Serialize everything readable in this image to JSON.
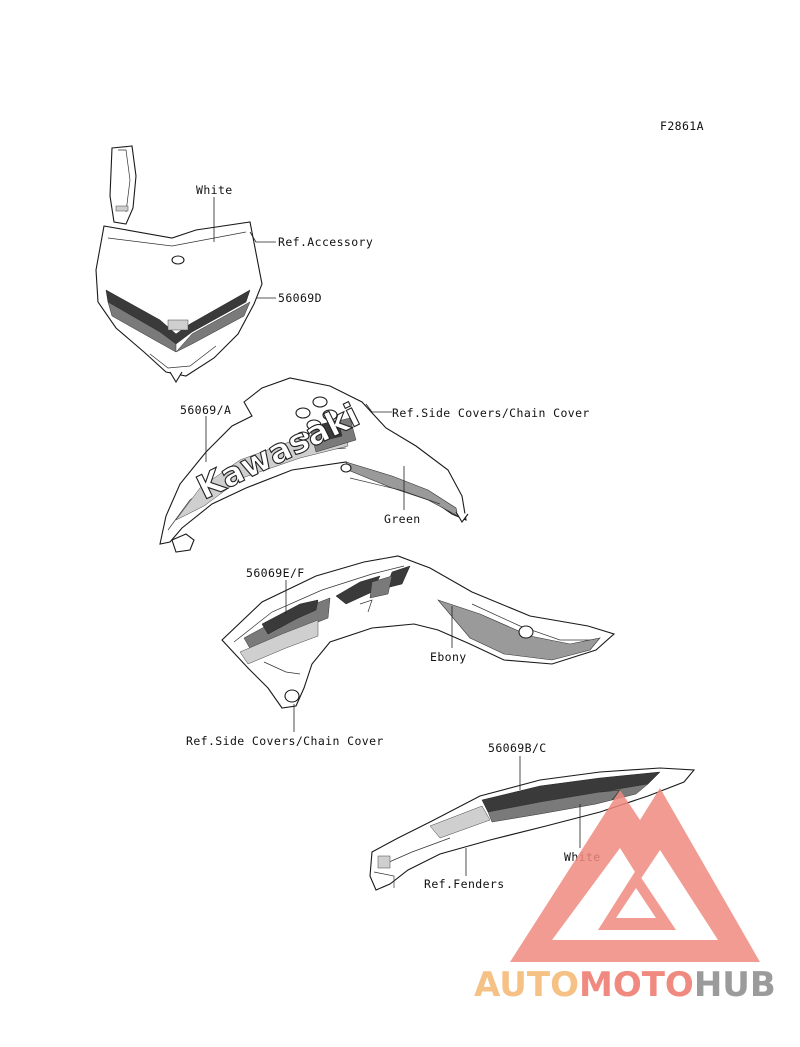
{
  "figure_code": "F2861A",
  "labels": {
    "white_top": "White",
    "ref_accessory": "Ref.Accessory",
    "part_56069d": "56069D",
    "part_56069a": "56069/A",
    "ref_side_covers_1": "Ref.Side Covers/Chain Cover",
    "green": "Green",
    "part_56069ef": "56069E/F",
    "ebony": "Ebony",
    "ref_side_covers_2": "Ref.Side Covers/Chain Cover",
    "part_56069bc": "56069B/C",
    "white_bottom": "White",
    "ref_fenders": "Ref.Fenders"
  },
  "decal_text": "Kawasaki",
  "watermark": {
    "part1": "AUTO",
    "part2": "MOTO",
    "part3": "HUB",
    "colors": {
      "auto": "#f6c184",
      "moto": "#f08a80",
      "hub": "#9b9b9b",
      "logo": "#f08a80"
    }
  }
}
